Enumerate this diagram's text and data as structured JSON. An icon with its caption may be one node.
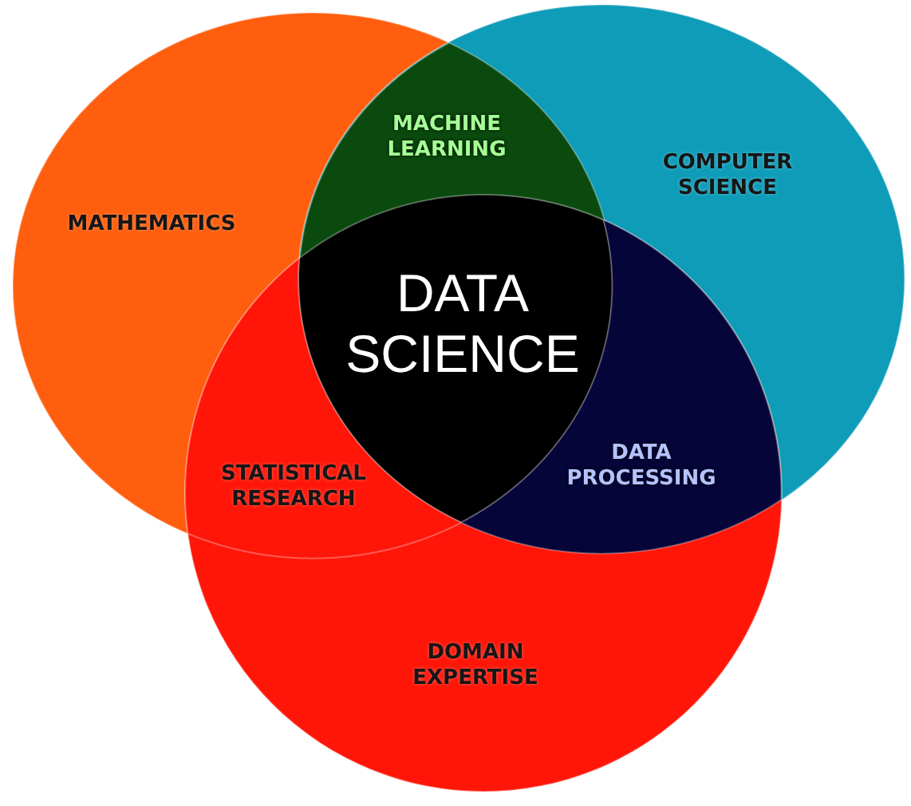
{
  "diagram": {
    "nodes": [
      {
        "text": [
          "MATHEMATICS"
        ]
      },
      {
        "text": [
          "COMPUTER SCIENCE"
        ]
      },
      {
        "text": [
          "DOMAIN EXPERTISE"
        ]
      },
      {
        "text": [
          "MACHINE LEARNING"
        ]
      },
      {
        "text": [
          "DATA SCIENCE"
        ]
      },
      {
        "text": [
          "STATISTICAL RESEARCH"
        ]
      },
      {
        "text": [
          "DATA PROCESSING"
        ]
      }
    ]
  }
}
